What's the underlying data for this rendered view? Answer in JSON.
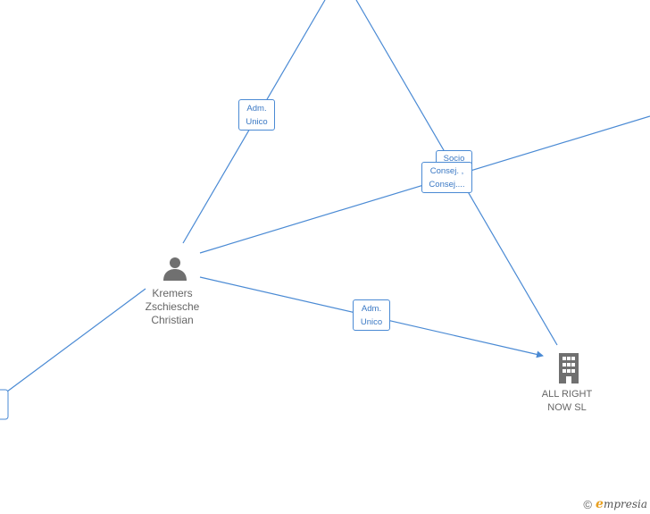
{
  "nodes": {
    "person": {
      "name": "Kremers\nZschiesche\nChristian",
      "icon": "person-icon",
      "color": "#707070"
    },
    "company": {
      "name": "ALL RIGHT\nNOW  SL",
      "icon": "building-icon",
      "color": "#707070"
    }
  },
  "edge_labels": {
    "adm_unico_top": "Adm.\nUnico",
    "socio": "Socio",
    "consej": "Consej. ,\nConsej....",
    "adm_unico_bottom": "Adm.\nUnico"
  },
  "colors": {
    "edge": "#4a8ad4",
    "label_text": "#3a78c4",
    "node_text": "#666666"
  },
  "brand": {
    "copyright": "©",
    "logo_initial": "e",
    "logo_rest": "mpresia"
  }
}
